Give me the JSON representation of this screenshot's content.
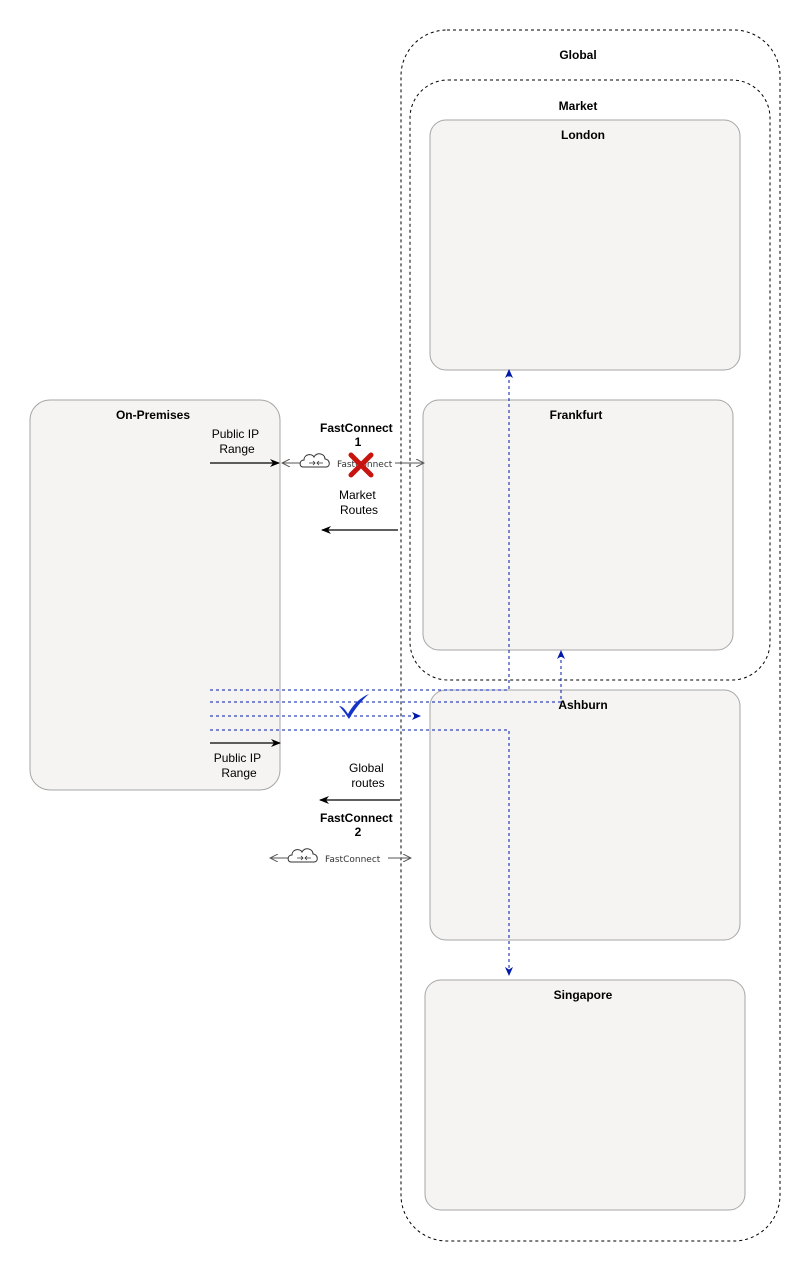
{
  "colors": {
    "region_fill": "#f5f4f2",
    "region_stroke": "#a6a6a6",
    "boundary_stroke": "#000000",
    "route_blue": "#0019a8",
    "check_blue": "#1434c8",
    "cross_red": "#c8140f"
  },
  "containers": {
    "global": "Global",
    "market": "Market"
  },
  "regions": {
    "london": "London",
    "frankfurt": "Frankfurt",
    "ashburn": "Ashburn",
    "singapore": "Singapore",
    "on_premises": "On-Premises"
  },
  "labels": {
    "public_ip_range_top": [
      "Public IP",
      "Range"
    ],
    "public_ip_range_bottom": [
      "Public IP",
      "Range"
    ],
    "fastconnect_1": [
      "FastConnect",
      "1"
    ],
    "fastconnect_2": [
      "FastConnect",
      "2"
    ],
    "market_routes": [
      "Market",
      "Routes"
    ],
    "global_routes": [
      "Global",
      "routes"
    ]
  },
  "icons": {
    "fastconnect_1": {
      "name": "fastconnect-icon",
      "text": "FastConnect"
    },
    "fastconnect_2": {
      "name": "fastconnect-icon",
      "text": "FastConnect"
    },
    "fastconnect_1_status": "red-cross-icon",
    "fastconnect_2_status": "blue-checkmark-icon"
  }
}
